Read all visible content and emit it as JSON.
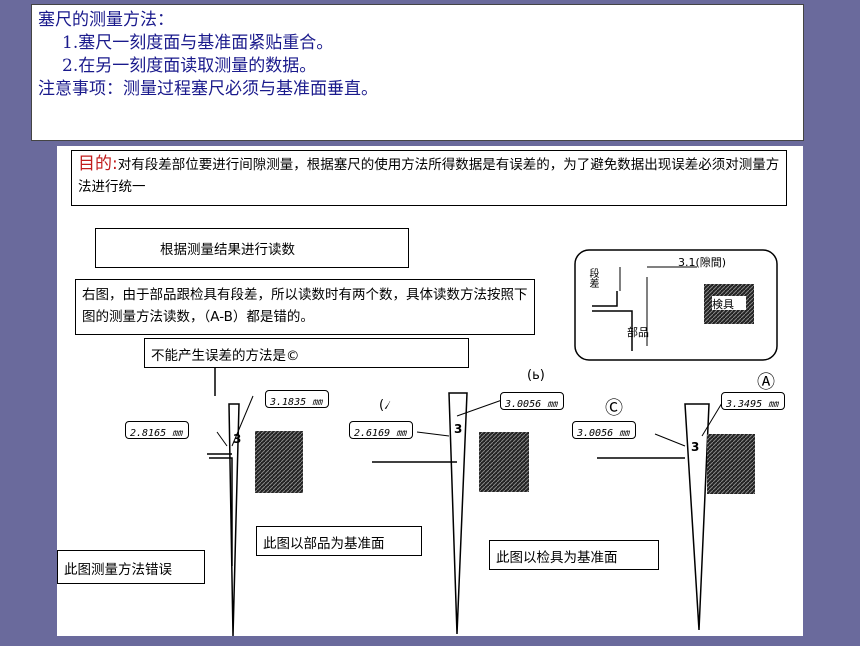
{
  "instructions": {
    "heading": "塞尺的测量方法：",
    "step1": "1.塞尺一刻度面与基准面紧贴重合。",
    "step2": "2.在另一刻度面读取测量的数据。",
    "note": "注意事项：测量过程塞尺必须与基准面垂直。"
  },
  "figure": {
    "purpose_label": "目的:",
    "purpose_text": "对有段差部位要进行间隙测量，根据塞尺的使用方法所得数据是有误差的，为了避免数据出现误差必须对测量方法进行统一",
    "read_by_result": "根据测量结果进行读数",
    "explanation": "右图，由于部品跟检具有段差，所以读数时有两个数，具体读数方法按照下图的测量方法读数，（A-B）都是错的。",
    "correct_method": "不能产生误差的方法是©",
    "inset": {
      "gap": "3.1(隙間)",
      "step": "段差",
      "jig": "検具",
      "part": "部品"
    },
    "gauge_left": {
      "reading_top": "3.1835 ㎜",
      "reading_side": "2.8165 ㎜",
      "scale_mark": "3",
      "caption": "此图测量方法错误",
      "tag": ""
    },
    "gauge_middle": {
      "reading_top": "3.0056 ㎜",
      "reading_side": "2.6169 ㎜",
      "scale_mark": "3",
      "caption": "此图以部品为基准面",
      "tag": "(ь)",
      "tag2": "(৴"
    },
    "gauge_right": {
      "reading_top": "3.3495 ㎜",
      "reading_side": "3.0056 ㎜",
      "scale_mark": "3",
      "caption": "此图以检具为基准面",
      "tag": "Ⓐ",
      "tag2": "Ⓒ"
    }
  },
  "colors": {
    "slide_bg": "#6a6a9c",
    "text_blue": "#1a1a8c",
    "label_red": "#c11c1c"
  }
}
